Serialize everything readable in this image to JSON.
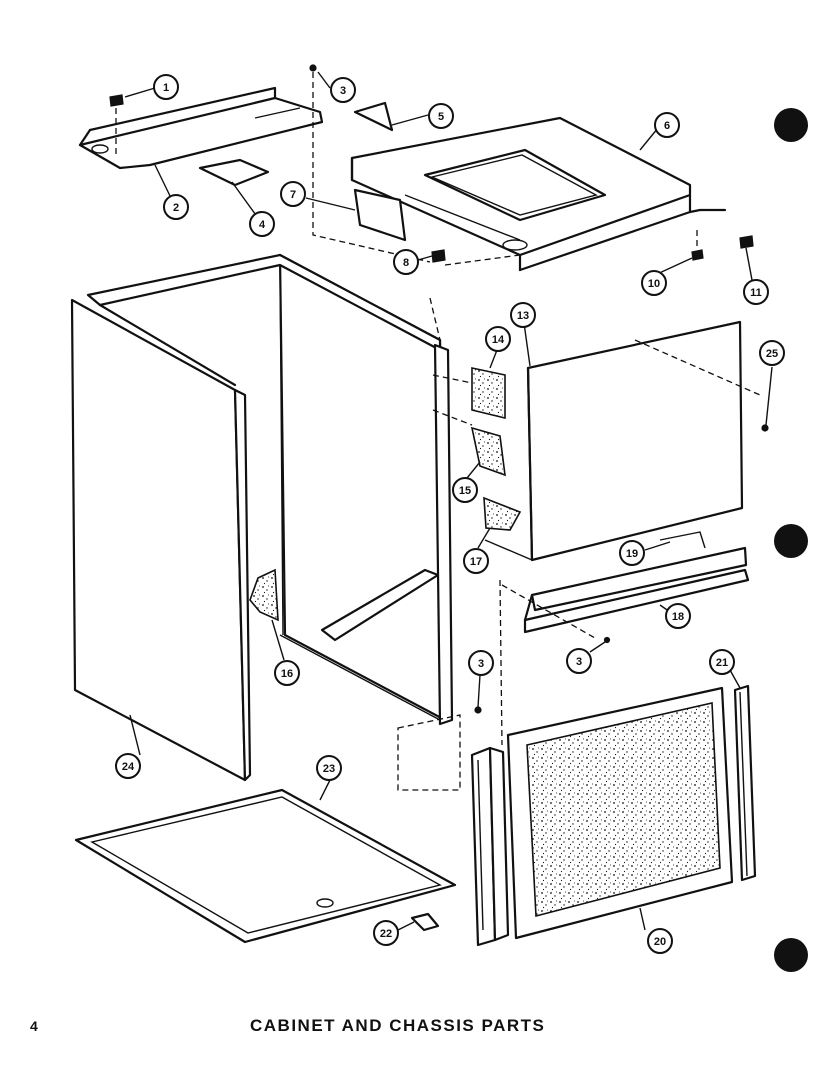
{
  "title": "CABINET AND CHASSIS PARTS",
  "page_number": "4",
  "callouts": [
    "1",
    "2",
    "3",
    "4",
    "5",
    "6",
    "7",
    "8",
    "10",
    "11",
    "13",
    "14",
    "15",
    "16",
    "17",
    "19",
    "18",
    "3",
    "21",
    "25",
    "3",
    "24",
    "23",
    "22",
    "20"
  ]
}
